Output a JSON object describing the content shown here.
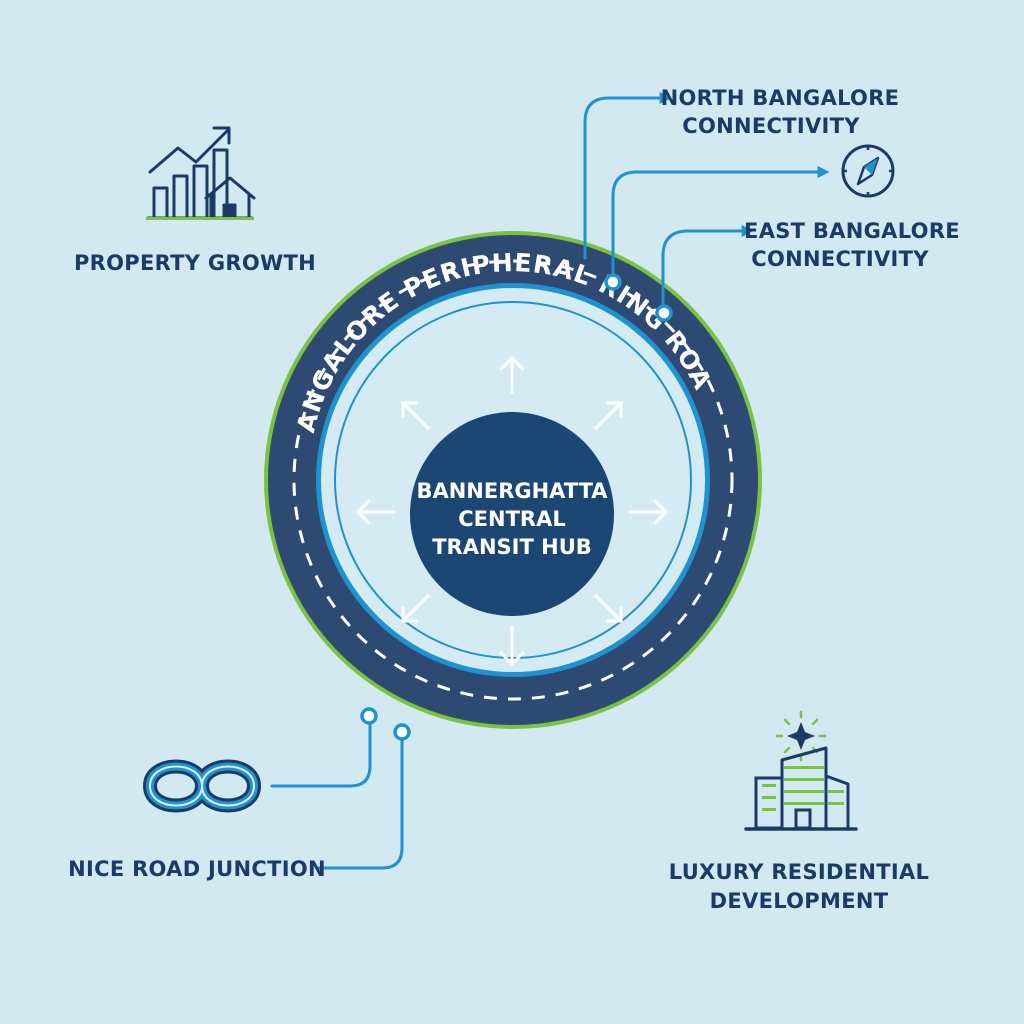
{
  "ring": {
    "title": "BANGALORE PERIPHERAL RING ROAD"
  },
  "hub": {
    "line1": "BANNERGHATTA",
    "line2": "CENTRAL",
    "line3": "TRANSIT HUB"
  },
  "labels": {
    "north_line1": "NORTH BANGALORE",
    "north_line2": "CONNECTIVITY",
    "east_line1": "EAST BANGALORE",
    "east_line2": "CONNECTIVITY",
    "property_growth": "PROPERTY GROWTH",
    "nice_road": "NICE ROAD JUNCTION",
    "luxury_line1": "LUXURY RESIDENTIAL",
    "luxury_line2": "DEVELOPMENT"
  },
  "icons": {
    "property": "chart-house-icon",
    "compass": "compass-icon",
    "junction": "infinity-icon",
    "building": "building-icon"
  },
  "colors": {
    "background": "#d3e9f1",
    "navy": "#1c3a66",
    "road": "#2e4a73",
    "accent_blue": "#1f93cf",
    "accent_green": "#7cc242"
  }
}
